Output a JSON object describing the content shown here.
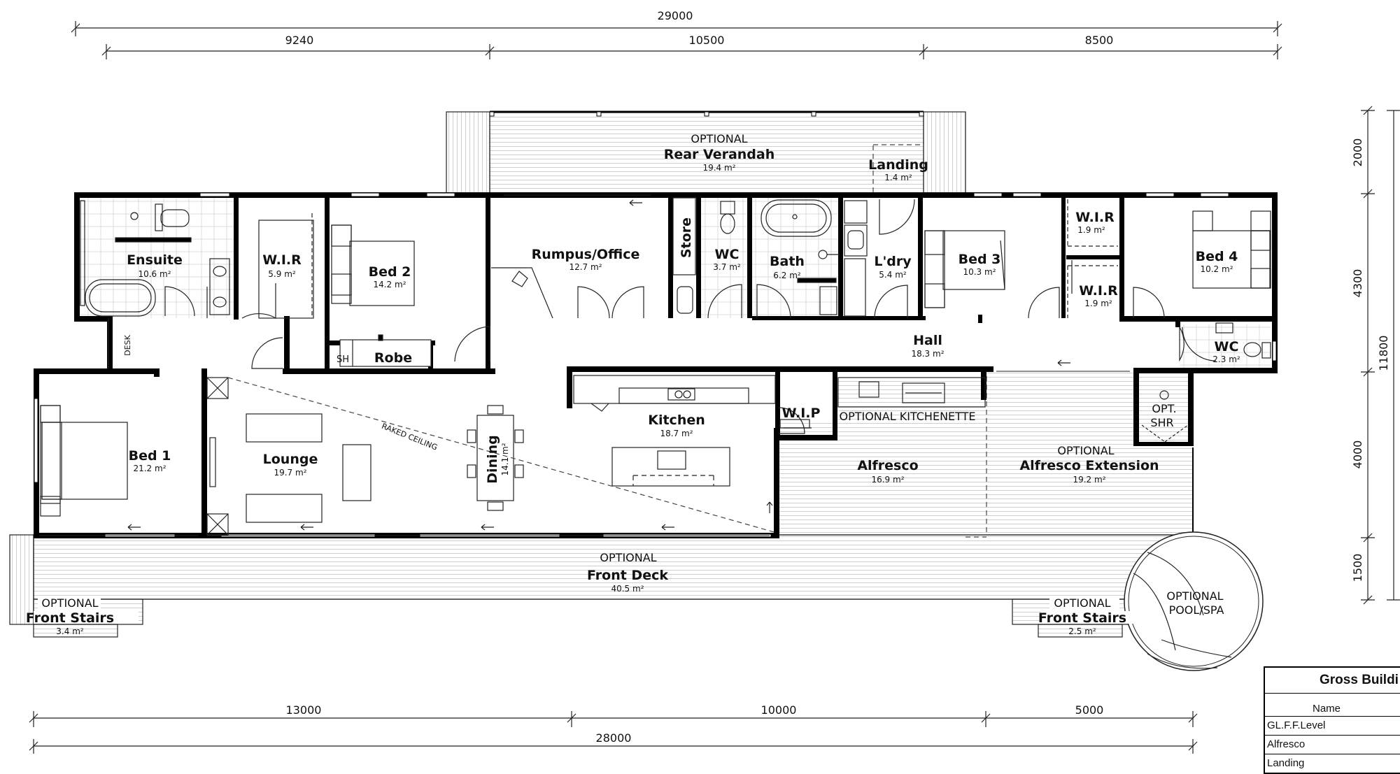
{
  "dimensions": {
    "top_total": "29000",
    "top_segments": [
      "9240",
      "10500",
      "8500"
    ],
    "bottom_segments": [
      "13000",
      "10000",
      "5000"
    ],
    "bottom_total": "28000",
    "right_segments": [
      "2000",
      "4300",
      "4000",
      "1500"
    ],
    "right_total": "11800"
  },
  "rooms": {
    "rear_verandah": {
      "opt": "OPTIONAL",
      "name": "Rear Verandah",
      "area": "19.4 m²"
    },
    "landing": {
      "name": "Landing",
      "area": "1.4 m²"
    },
    "ensuite": {
      "name": "Ensuite",
      "area": "10.6 m²"
    },
    "wir1": {
      "name": "W.I.R",
      "area": "5.9 m²"
    },
    "bed2": {
      "name": "Bed 2",
      "area": "14.2 m²"
    },
    "rumpus": {
      "name": "Rumpus/Office",
      "area": "12.7 m²"
    },
    "store": {
      "name": "Store"
    },
    "wc1": {
      "name": "WC",
      "area": "3.7 m²"
    },
    "bath": {
      "name": "Bath",
      "area": "6.2 m²"
    },
    "ldry": {
      "name": "L'dry",
      "area": "5.4 m²"
    },
    "bed3": {
      "name": "Bed 3",
      "area": "10.3 m²"
    },
    "wir2": {
      "name": "W.I.R",
      "area": "1.9 m²"
    },
    "wir3": {
      "name": "W.I.R",
      "area": "1.9 m²"
    },
    "bed4": {
      "name": "Bed 4",
      "area": "10.2 m²"
    },
    "hall": {
      "name": "Hall",
      "area": "18.3 m²"
    },
    "wc2": {
      "name": "WC",
      "area": "2.3 m²"
    },
    "robe": {
      "name": "Robe",
      "sh": "SH"
    },
    "desk": {
      "name": "DESK"
    },
    "bed1": {
      "name": "Bed 1",
      "area": "21.2 m²"
    },
    "lounge": {
      "name": "Lounge",
      "area": "19.7 m²"
    },
    "raked": {
      "name": "RAKED CEILING"
    },
    "dining": {
      "name": "Dining",
      "area": "14.1 m²"
    },
    "kitchen": {
      "name": "Kitchen",
      "area": "18.7 m²"
    },
    "wip": {
      "name": "W.I.P"
    },
    "kitchenette": {
      "name": "OPTIONAL KITCHENETTE"
    },
    "alfresco": {
      "name": "Alfresco",
      "area": "16.9 m²"
    },
    "alfresco_ext": {
      "opt": "OPTIONAL",
      "name": "Alfresco Extension",
      "area": "19.2 m²"
    },
    "opt_shr": {
      "line1": "OPT.",
      "line2": "SHR"
    },
    "front_deck": {
      "opt": "OPTIONAL",
      "name": "Front Deck",
      "area": "40.5 m²"
    },
    "front_stairs1": {
      "opt": "OPTIONAL",
      "name": "Front Stairs",
      "area": "3.4 m²"
    },
    "front_stairs2": {
      "opt": "OPTIONAL",
      "name": "Front Stairs",
      "area": "2.5 m²"
    },
    "pool": {
      "line1": "OPTIONAL",
      "line2": "POOL/SPA"
    }
  },
  "schedule": {
    "title": "Gross Buildi",
    "header": "Name",
    "rows": [
      "GL.F.F.Level",
      "Alfresco",
      "Landing"
    ]
  }
}
